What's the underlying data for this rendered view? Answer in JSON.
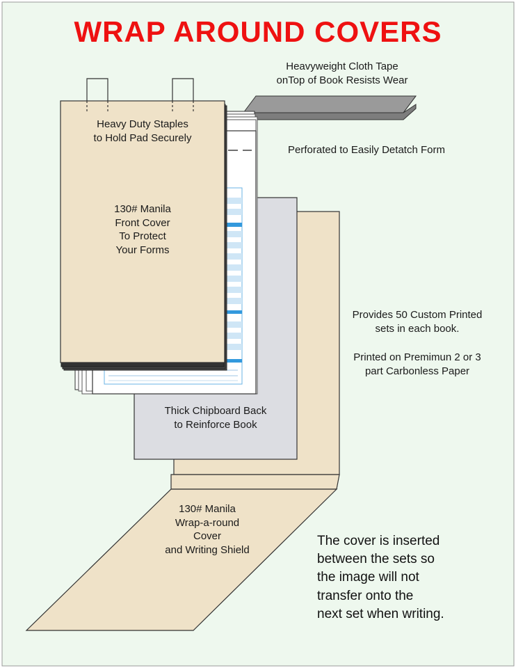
{
  "title": "WRAP AROUND COVERS",
  "colors": {
    "background": "#eef8ee",
    "title": "#ee1111",
    "manila": "#efe2c8",
    "chipboard": "#dcdde2",
    "tape": "#8c8c8c",
    "form_accent": "#3399dd"
  },
  "labels": {
    "tape": [
      "Heavyweight Cloth Tape",
      "onTop of Book Resists Wear"
    ],
    "staples": [
      "Heavy Duty Staples",
      "to Hold Pad Securely"
    ],
    "perforated": "Perforated to Easily Detatch Form",
    "front_cover": [
      "130# Manila",
      "Front Cover",
      "To Protect",
      "Your Forms"
    ],
    "sets": [
      "Provides 50 Custom Printed",
      "sets in each book."
    ],
    "paper": [
      "Printed on Premimun 2 or 3",
      "part Carbonless Paper"
    ],
    "chipboard": [
      "Thick Chipboard Back",
      "to Reinforce  Book"
    ],
    "wrap_cover": [
      "130# Manila",
      "Wrap-a-round",
      "Cover",
      "and Writing Shield"
    ],
    "note": [
      "The cover is inserted",
      "between the sets so",
      "the image will not",
      "transfer onto the",
      "next set when writing."
    ]
  }
}
